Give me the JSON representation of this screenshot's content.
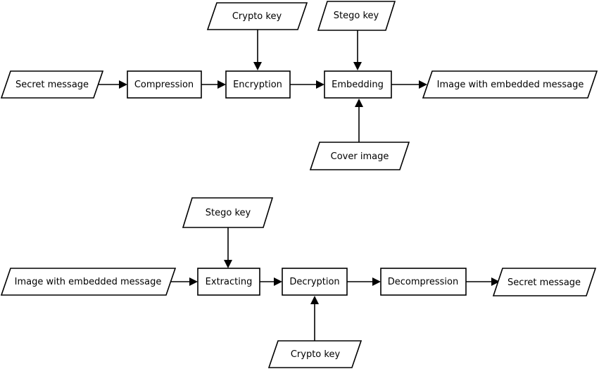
{
  "encoding": {
    "secret_message": "Secret message",
    "compression": "Compression",
    "encryption": "Encryption",
    "embedding": "Embedding",
    "output_image": "Image with embedded message",
    "crypto_key": "Crypto key",
    "stego_key": "Stego key",
    "cover_image": "Cover image"
  },
  "decoding": {
    "input_image": "Image with embedded message",
    "extracting": "Extracting",
    "decryption": "Decryption",
    "decompression": "Decompression",
    "secret_message": "Secret message",
    "stego_key": "Stego key",
    "crypto_key": "Crypto key"
  }
}
